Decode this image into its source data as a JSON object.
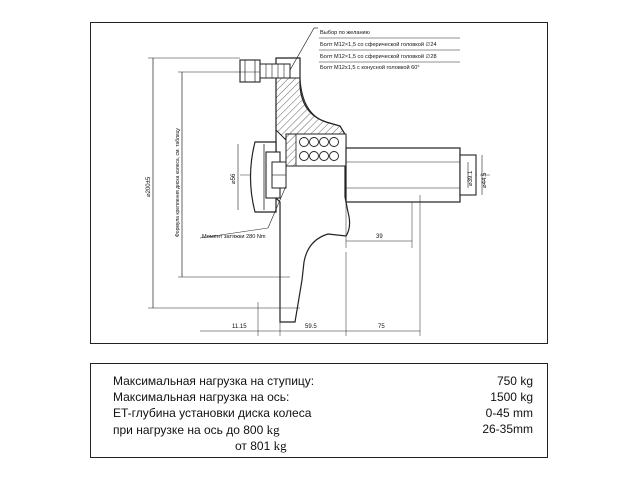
{
  "drawing": {
    "bolt_options": {
      "heading": "Выбор по желанию",
      "lines": [
        "Болт М12×1,5 со сферической головкой ∅24",
        "Болт М12×1,5 со сферической головкой ∅28",
        "Болт М12х1,5 с конусной головкой 60°"
      ]
    },
    "torque_label": "Момент затяжки 280 Nm",
    "vertical_note": "Формула крепления диска колеса, см. таблицу",
    "dimensions": {
      "bolt_circle": "⌀200±5",
      "hub_bore": "⌀56",
      "axle_d1": "⌀39.1",
      "axle_d2": "⌀44.5",
      "len_39": "39",
      "len_11_15": "11.15",
      "len_59_5": "59.5",
      "len_75": "75"
    }
  },
  "specs": {
    "rows": [
      {
        "label": "Максимальная нагрузка на ступицу:",
        "value": "750",
        "unit": "kg"
      },
      {
        "label": "Максимальная нагрузка на ось:",
        "value": "1500",
        "unit": "kg"
      },
      {
        "label": "ET-глубина установки диска колеса",
        "value": "0-45 mm",
        "unit": ""
      },
      {
        "label": "при нагрузке на ось до 800",
        "unit_label": "kg",
        "value": "26-35mm",
        "unit": ""
      },
      {
        "label": "от 801",
        "unit_label": "kg",
        "value": "",
        "unit": ""
      }
    ]
  }
}
